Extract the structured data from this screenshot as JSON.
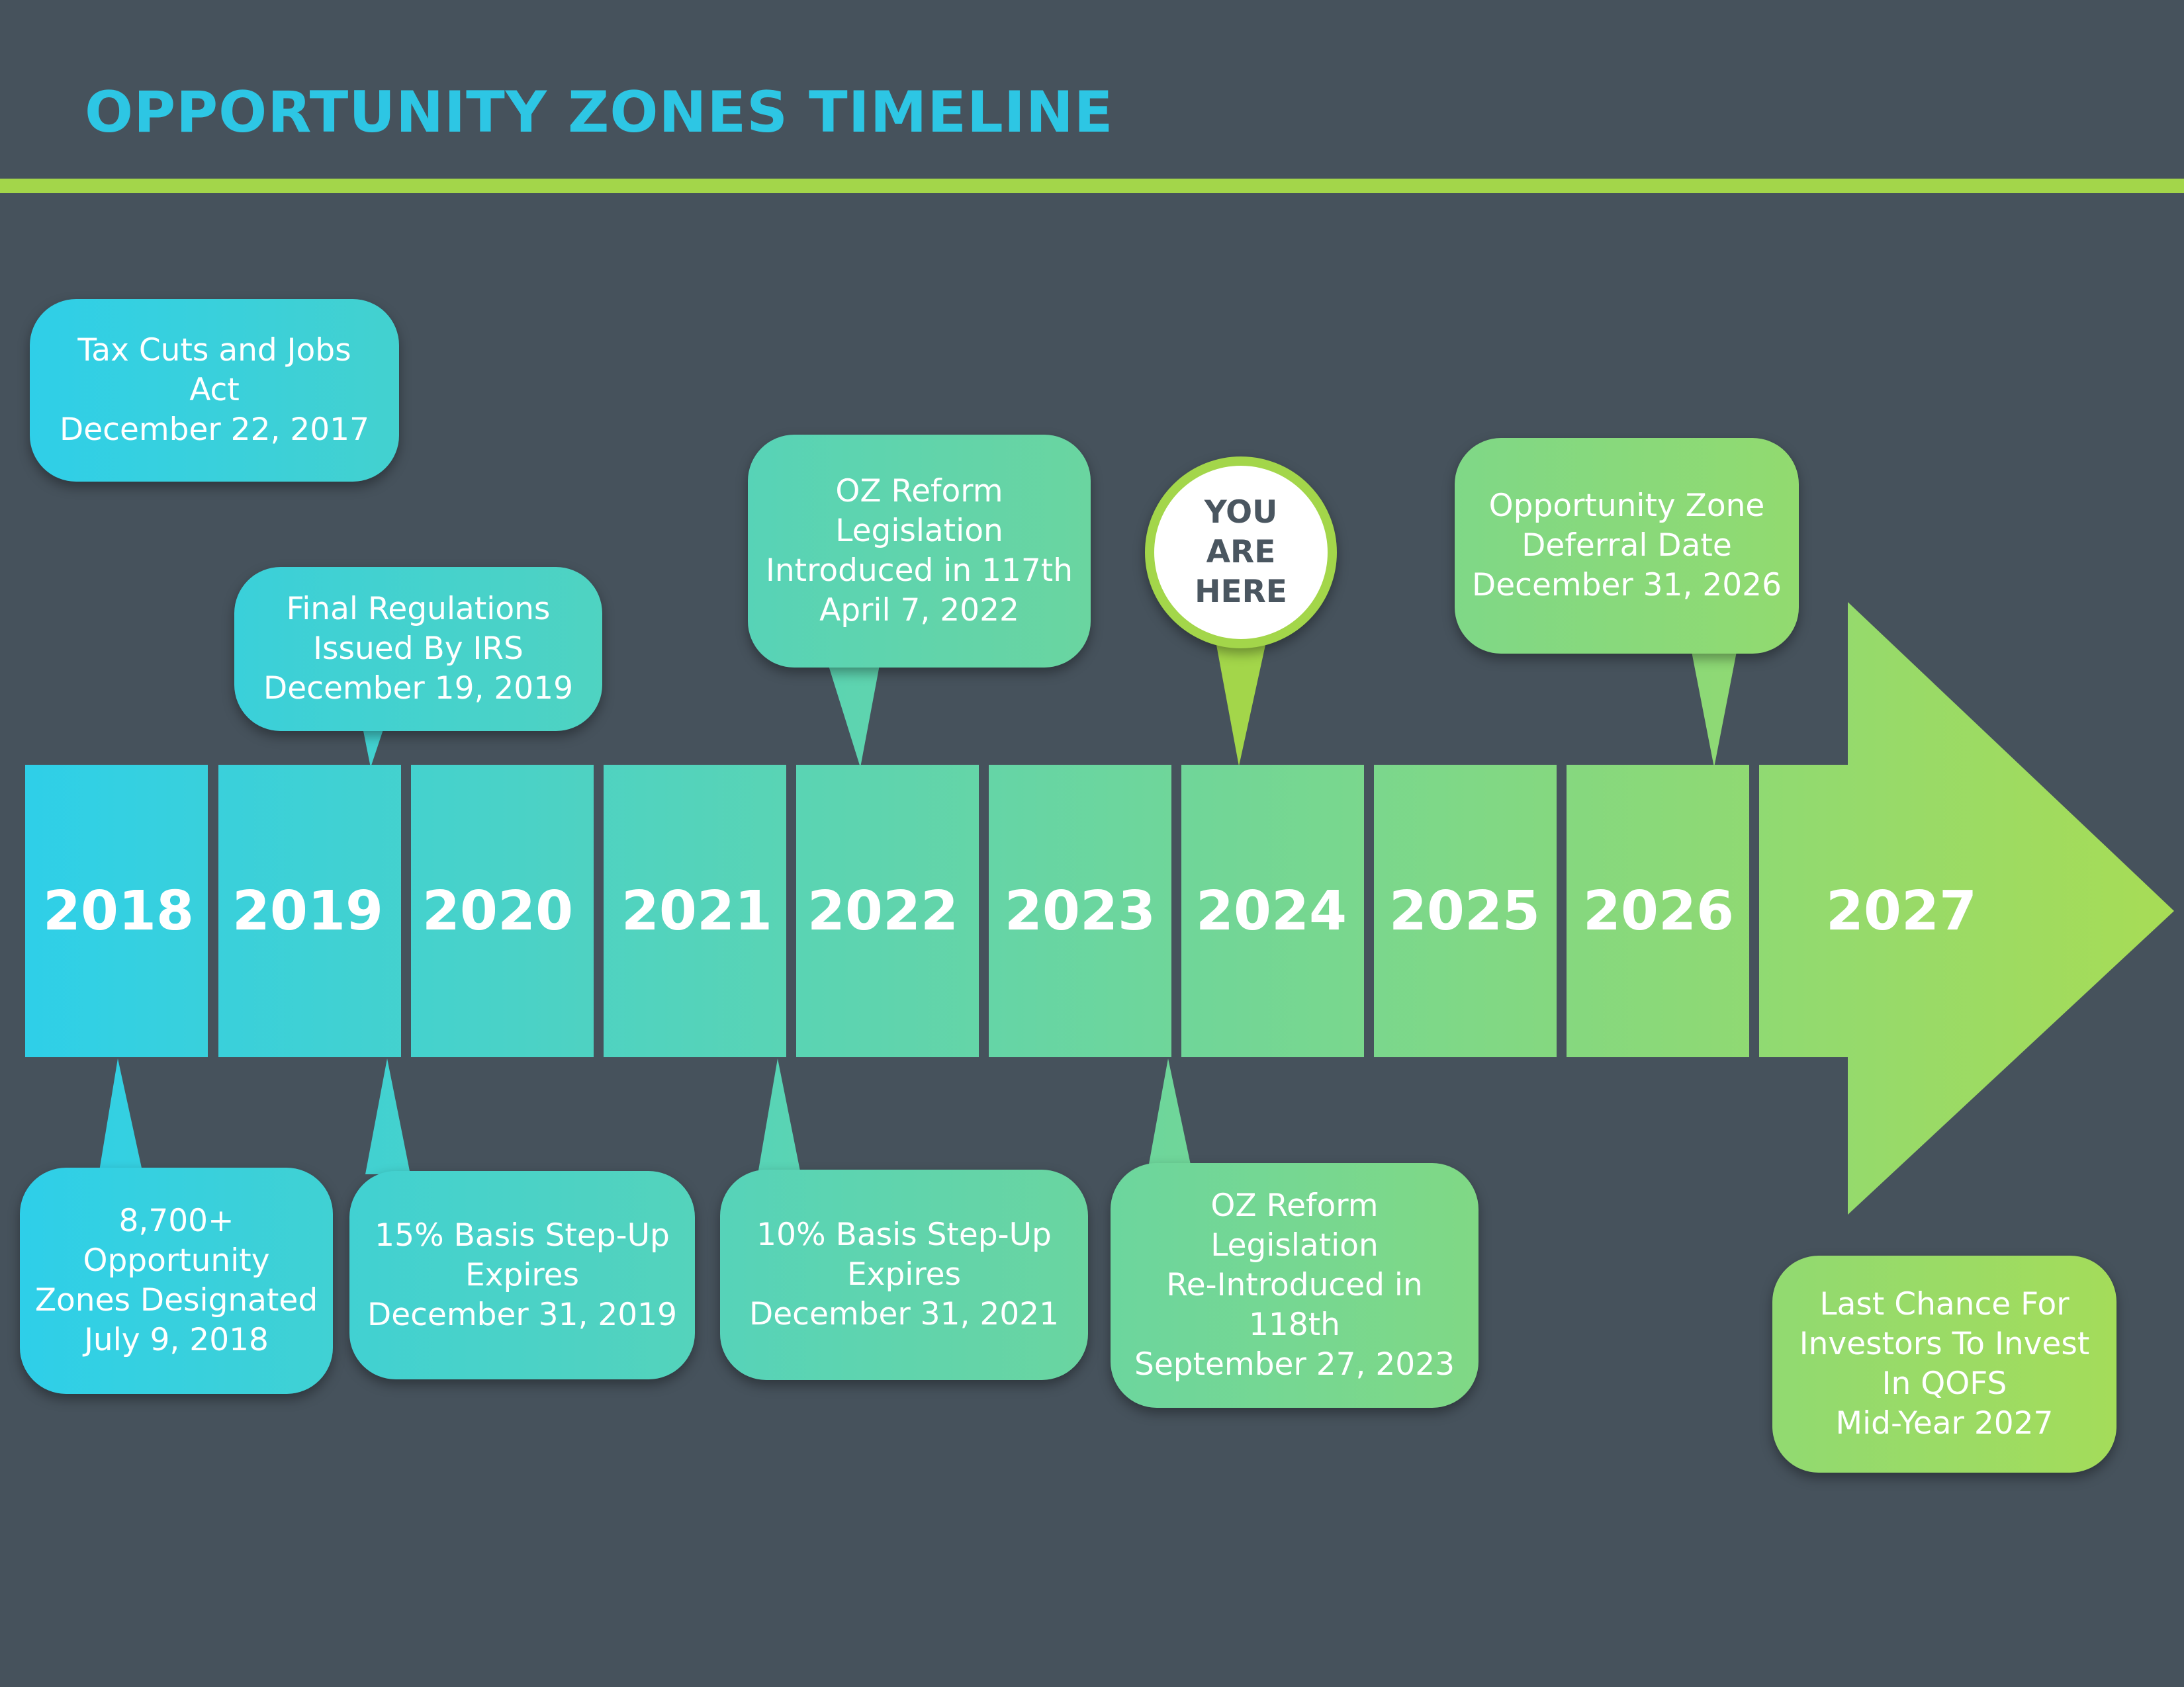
{
  "title": "OPPORTUNITY ZONES TIMELINE",
  "years": [
    "2018",
    "2019",
    "2020",
    "2021",
    "2022",
    "2023",
    "2024",
    "2025",
    "2026",
    "2027"
  ],
  "you_are_here": "YOU\nARE\nHERE",
  "events": [
    {
      "id": "tcja",
      "text": "Tax Cuts and Jobs\nAct\nDecember 22, 2017"
    },
    {
      "id": "final-regs",
      "text": "Final Regulations\nIssued By IRS\nDecember 19, 2019"
    },
    {
      "id": "oz-reform-117",
      "text": "OZ Reform\nLegislation\nIntroduced in 117th\nApril 7, 2022"
    },
    {
      "id": "deferral-date",
      "text": "Opportunity Zone\nDeferral Date\nDecember 31, 2026"
    },
    {
      "id": "zones-designated",
      "text": "8,700+\nOpportunity\nZones Designated\nJuly 9, 2018"
    },
    {
      "id": "step-up-15",
      "text": "15% Basis Step-Up\nExpires\nDecember 31, 2019"
    },
    {
      "id": "step-up-10",
      "text": "10% Basis Step-Up\nExpires\nDecember 31, 2021"
    },
    {
      "id": "oz-reform-118",
      "text": "OZ Reform\nLegislation\nRe-Introduced in\n118th\nSeptember 27, 2023"
    },
    {
      "id": "last-chance",
      "text": "Last Chance For\nInvestors To Invest\nIn QOFS\nMid-Year 2027"
    }
  ],
  "colors": {
    "background": "#46525c",
    "title": "#2dc6e4",
    "rule": "#a3d64a",
    "gradient_start": "#2dcfea",
    "gradient_end": "#a8dc55",
    "badge_text": "#4a5660"
  }
}
